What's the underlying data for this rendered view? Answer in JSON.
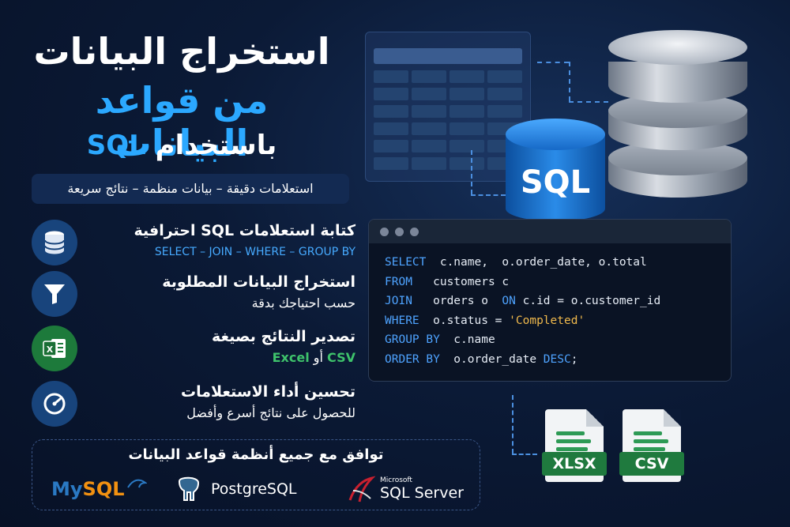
{
  "title": {
    "line1": "استخراج البيانات",
    "line2": "من قواعد البيانات",
    "line3_prefix": "باستخدام",
    "line3_sql": "SQL"
  },
  "tagline": "استعلامات دقيقة – بيانات منظمة – نتائج سريعة",
  "features": [
    {
      "icon": "database-icon",
      "title": "كتابة استعلامات SQL احترافية",
      "subtitle": "SELECT – JOIN – WHERE – GROUP BY"
    },
    {
      "icon": "funnel-icon",
      "title": "استخراج البيانات المطلوبة",
      "subtitle": "حسب احتياجك بدقة"
    },
    {
      "icon": "excel-icon",
      "title": "تصدير النتائج بصيغة",
      "subtitle_excel": "Excel",
      "subtitle_or": "أو",
      "subtitle_csv": "CSV"
    },
    {
      "icon": "speedometer-icon",
      "title": "تحسين أداء الاستعلامات",
      "subtitle": "للحصول على نتائج أسرع وأفضل"
    }
  ],
  "compat": {
    "title": "توافق مع جميع أنظمة قواعد البيانات",
    "mysql_my": "My",
    "mysql_sql": "SQL",
    "postgres": "PostgreSQL",
    "mssql_brand": "Microsoft",
    "mssql": "SQL Server"
  },
  "cylinder_label": "SQL",
  "code": {
    "l1_kw": "SELECT",
    "l1_rest": "  c.name,  o.order_date, o.total",
    "l2_kw": "FROM",
    "l2_rest": "   customers c",
    "l3_kw": "JOIN",
    "l3_mid": "   orders o  ",
    "l3_kw2": "ON",
    "l3_rest": " c.id = o.customer_id",
    "l4_kw": "WHERE",
    "l4_mid": "  o.status = ",
    "l4_str": "'Completed'",
    "l5_kw": "GROUP BY",
    "l5_rest": "  c.name",
    "l6_kw": "ORDER BY",
    "l6_mid": "  o.order_date ",
    "l6_kw2": "DESC",
    "l6_rest": ";"
  },
  "files": {
    "xlsx": "XLSX",
    "csv": "CSV"
  },
  "colors": {
    "accent": "#2ba8ff",
    "background": "#0b1a36",
    "excel_green": "#1f7a3e"
  }
}
